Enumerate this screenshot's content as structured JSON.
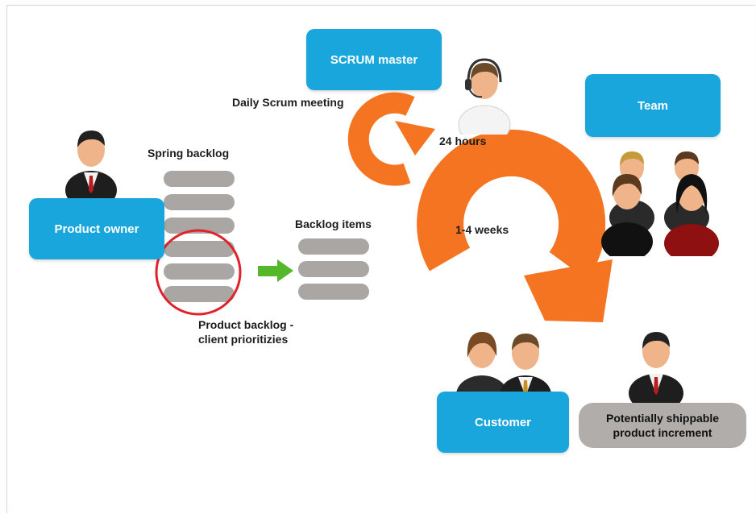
{
  "roles": {
    "scrum_master": "SCRUM master",
    "team": "Team",
    "product_owner": "Product owner",
    "customer": "Customer"
  },
  "labels": {
    "daily_meeting": "Daily Scrum meeting",
    "hours": "24 hours",
    "sprint_backlog": "Spring backlog",
    "backlog_items": "Backlog items",
    "weeks": "1-4 weeks",
    "product_backlog_line1": "Product backlog -",
    "product_backlog_line2": "client prioritizies"
  },
  "increment": {
    "line1": "Potentially shippable",
    "line2": "product increment"
  },
  "colors": {
    "blue": "#19a6dd",
    "orange": "#f47421",
    "backlog_bar": "#a9a6a3",
    "circle": "#e0222a",
    "arrow_green": "#55b82a"
  },
  "icons": [
    "person-icon",
    "headset-person-icon",
    "green-arrow-icon",
    "orange-cycle-arrow"
  ]
}
